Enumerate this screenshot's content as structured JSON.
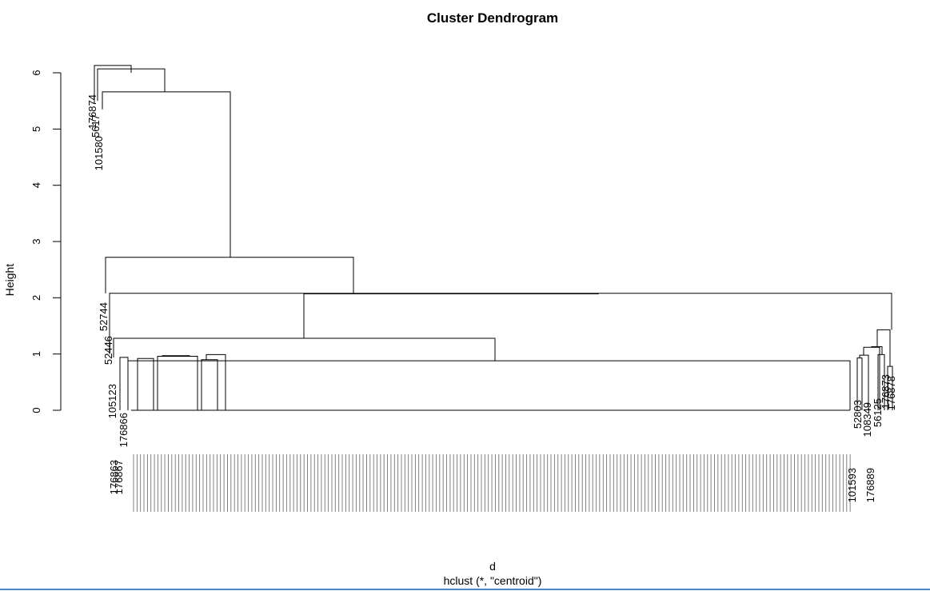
{
  "page": {
    "bottom_rule_color": "#4a86c8"
  },
  "chart_data": {
    "type": "dendrogram",
    "title": "Cluster Dendrogram",
    "xlabel": "d",
    "sublabel": "hclust (*, \"centroid\")",
    "ylabel": "Height",
    "yticks": [
      0,
      1,
      2,
      3,
      4,
      5,
      6
    ],
    "ylim": [
      0,
      6.3
    ],
    "grid": false,
    "visible_leaf_labels": [
      "176874",
      "5617",
      "101580",
      "52744",
      "52446",
      "105123",
      "176866",
      "52803",
      "108349",
      "176873",
      "176878",
      "56125",
      "176889",
      "101593",
      "176863",
      "176867"
    ],
    "merges": [
      {
        "left": "176874",
        "right": "5617",
        "height": 6.13
      },
      {
        "left": "101580",
        "right": "176874-5617",
        "height": 6.07
      },
      {
        "left": "root-body",
        "right": "101580-176874-5617",
        "height": 5.66
      },
      {
        "left": "52744",
        "right": "main-clusters",
        "height": 2.72
      },
      {
        "left": "52446",
        "right": "right-group",
        "height": 2.08
      },
      {
        "left": "left-group",
        "right": "right-tail",
        "height": 2.07
      },
      {
        "left": "105123",
        "right": "middle-block",
        "height": 1.28
      },
      {
        "left": "176866",
        "right": "left-leaf-block",
        "height": 0.94
      }
    ]
  }
}
